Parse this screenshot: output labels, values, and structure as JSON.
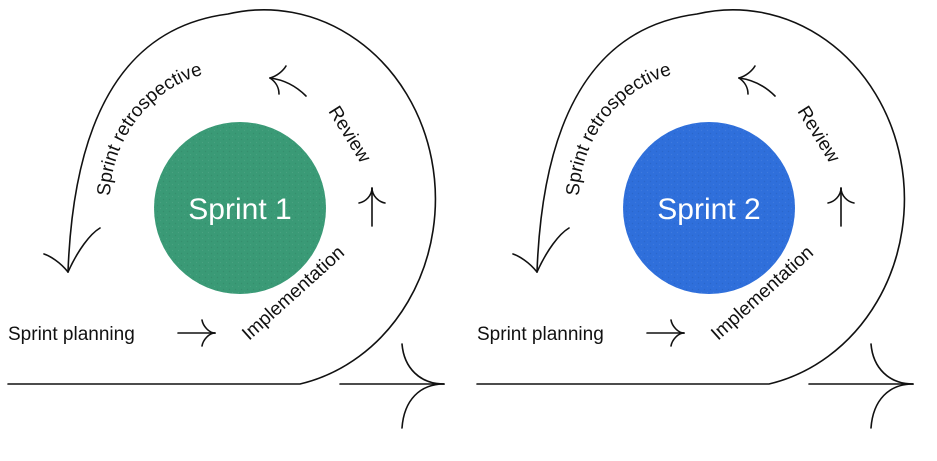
{
  "diagrams": [
    {
      "sprint_label": "Sprint 1",
      "circle_color": "#3a9a76",
      "steps": {
        "planning": "Sprint planning",
        "implementation": "Implementation",
        "review": "Review",
        "retrospective": "Sprint retrospective"
      }
    },
    {
      "sprint_label": "Sprint 2",
      "circle_color": "#2f6fdb",
      "steps": {
        "planning": "Sprint planning",
        "implementation": "Implementation",
        "review": "Review",
        "retrospective": "Sprint retrospective"
      }
    }
  ]
}
